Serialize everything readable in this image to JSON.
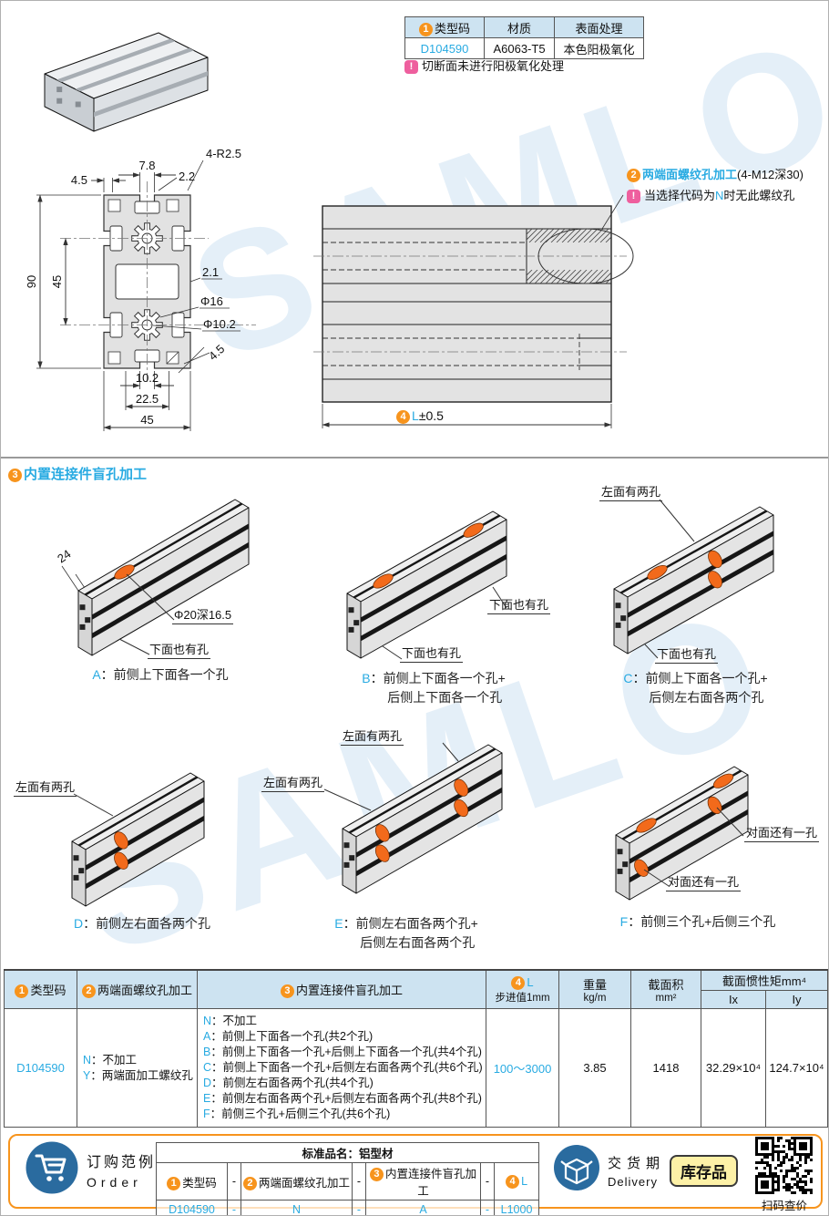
{
  "punct": {
    "colon": "："
  },
  "watermark": "SAMLO",
  "colors": {
    "accent_orange": "#f7941d",
    "link_blue": "#29abe2",
    "note_pink": "#ee5f9e",
    "header_blue": "#cde3f1",
    "hole_orange": "#f26a1b"
  },
  "spec_table": {
    "headers": [
      {
        "badge": "1",
        "label": "类型码"
      },
      {
        "label": "材质"
      },
      {
        "label": "表面处理"
      }
    ],
    "row": {
      "type_code": "D104590",
      "material": "A6063-T5",
      "surface_treatment": "本色阳极氧化"
    },
    "note_icon": "!",
    "note": "切断面未进行阳极氧化处理"
  },
  "cross_section": {
    "dim_7_8": "7.8",
    "dim_4_5_top": "4.5",
    "dim_2_2": "2.2",
    "dim_4r25": "4-R2.5",
    "dim_90": "90",
    "dim_45_left": "45",
    "dim_2_1": "2.1",
    "dim_dia16": "Φ16",
    "dim_dia10_2": "Φ10.2",
    "dim_4_5_corner": "4.5",
    "dim_10_2": "10.2",
    "dim_22_5": "22.5",
    "dim_45_bottom": "45"
  },
  "side_view": {
    "callout_badge": "2",
    "callout_label": "两端面螺纹孔加工",
    "callout_detail": "(4-M12深30)",
    "note_icon": "!",
    "note_pre": "当选择代码为",
    "note_code": "N",
    "note_post": "时无此螺纹孔",
    "length_badge": "4",
    "length_code": "L",
    "length_tol": "±0.5"
  },
  "section3": {
    "badge": "3",
    "title": "内置连接件盲孔加工",
    "diagrams": [
      {
        "code": "A",
        "dim": "24",
        "caption1": "前侧上下面各一个孔",
        "caption2": "",
        "labels": [
          "Φ20深16.5",
          "下面也有孔"
        ]
      },
      {
        "code": "B",
        "caption1": "前侧上下面各一个孔+",
        "caption2": "后侧上下面各一个孔",
        "labels": [
          "下面也有孔",
          "下面也有孔"
        ]
      },
      {
        "code": "C",
        "caption1": "前侧上下面各一个孔+",
        "caption2": "后侧左右面各两个孔",
        "labels": [
          "左面有两孔",
          "下面也有孔"
        ]
      },
      {
        "code": "D",
        "caption1": "前侧左右面各两个孔",
        "caption2": "",
        "labels": [
          "左面有两孔"
        ]
      },
      {
        "code": "E",
        "caption1": "前侧左右面各两个孔+",
        "caption2": "后侧左右面各两个孔",
        "labels": [
          "左面有两孔",
          "左面有两孔"
        ]
      },
      {
        "code": "F",
        "caption1": "前侧三个孔+后侧三个孔",
        "caption2": "",
        "labels": [
          "对面还有一孔",
          "对面还有一孔"
        ]
      }
    ]
  },
  "main_table": {
    "headers": {
      "type_code": {
        "badge": "1",
        "label": "类型码"
      },
      "thread": {
        "badge": "2",
        "label": "两端面螺纹孔加工"
      },
      "blind": {
        "badge": "3",
        "label": "内置连接件盲孔加工"
      },
      "length": {
        "badge": "4",
        "label": "L",
        "sub": "步进值1mm"
      },
      "weight": {
        "label": "重量",
        "sub": "kg/m"
      },
      "area": {
        "label": "截面积",
        "sub": "mm²"
      },
      "inertia": {
        "label": "截面惯性矩mm⁴",
        "ix": "Ix",
        "iy": "Iy"
      }
    },
    "row": {
      "type_code": "D104590",
      "thread_options": [
        {
          "code": "N",
          "text": "不加工"
        },
        {
          "code": "Y",
          "text": "两端面加工螺纹孔"
        }
      ],
      "blind_options": [
        {
          "code": "N",
          "text": "不加工"
        },
        {
          "code": "A",
          "text": "前侧上下面各一个孔(共2个孔)"
        },
        {
          "code": "B",
          "text": "前侧上下面各一个孔+后侧上下面各一个孔(共4个孔)"
        },
        {
          "code": "C",
          "text": "前侧上下面各一个孔+后侧左右面各两个孔(共6个孔)"
        },
        {
          "code": "D",
          "text": "前侧左右面各两个孔(共4个孔)"
        },
        {
          "code": "E",
          "text": "前侧左右面各两个孔+后侧左右面各两个孔(共8个孔)"
        },
        {
          "code": "F",
          "text": "前侧三个孔+后侧三个孔(共6个孔)"
        }
      ],
      "length_range": "100～3000",
      "weight": "3.85",
      "area": "1418",
      "ix": "32.29×10⁴",
      "iy": "124.7×10⁴"
    }
  },
  "order": {
    "title_cn": "订购范例",
    "title_en": "Order",
    "product_name": "标准品名：铝型材",
    "separator": "-",
    "columns": [
      {
        "badge": "1",
        "label": "类型码",
        "value": "D104590"
      },
      {
        "badge": "2",
        "label": "两端面螺纹孔加工",
        "value": "N"
      },
      {
        "badge": "3",
        "label": "内置连接件盲孔加工",
        "value": "A"
      },
      {
        "badge": "4",
        "label": "L",
        "value": "L1000"
      }
    ]
  },
  "delivery": {
    "title_cn": "交货期",
    "title_en": "Delivery",
    "stock_label": "库存品",
    "qr_caption": "扫码查价"
  }
}
